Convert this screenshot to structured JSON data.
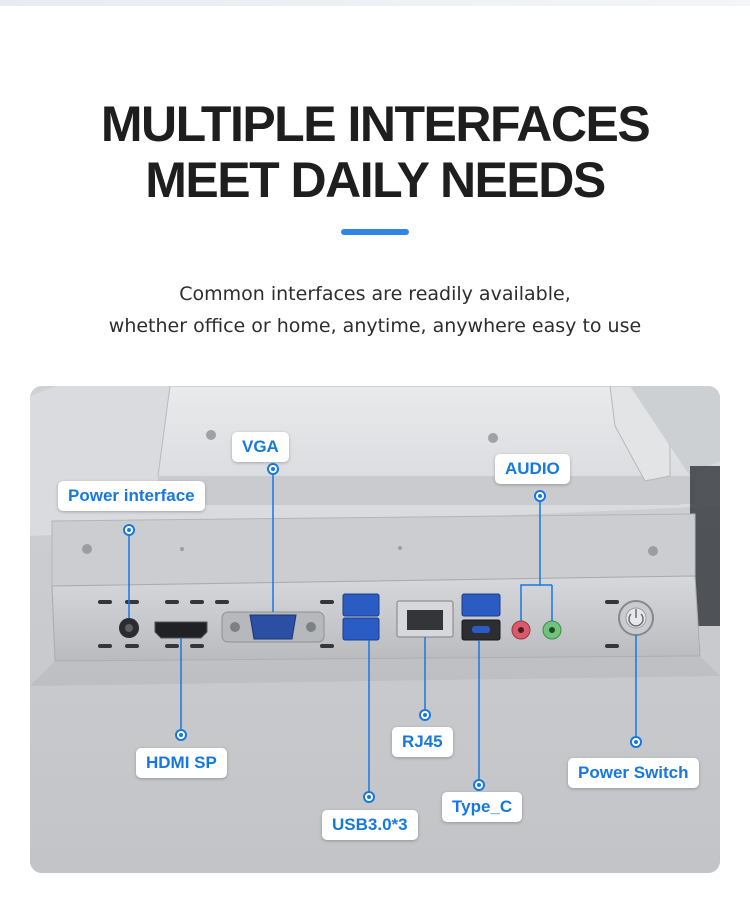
{
  "heading": {
    "line1": "MULTIPLE INTERFACES",
    "line2": "MEET DAILY NEEDS"
  },
  "subtitle": {
    "line1": "Common interfaces are readily available,",
    "line2": "whether office or home, anytime, anywhere easy to use"
  },
  "callouts": {
    "vga": "VGA",
    "power_interface": "Power interface",
    "audio": "AUDIO",
    "hdmi": "HDMI SP",
    "rj45": "RJ45",
    "usb": "USB3.0*3",
    "type_c": "Type_C",
    "power_switch": "Power Switch"
  },
  "colors": {
    "accent": "#2f86e6",
    "callout_text": "#1778e0",
    "heading": "#1e1e1e"
  }
}
